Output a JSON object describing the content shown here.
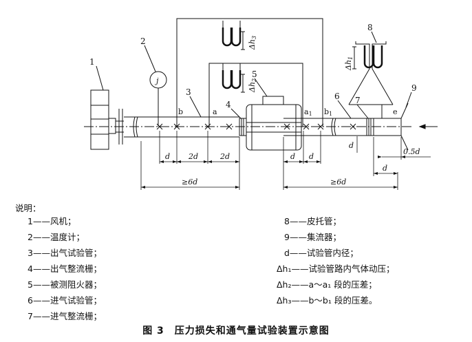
{
  "diagram": {
    "callouts": [
      "1",
      "2",
      "3",
      "4",
      "5",
      "6",
      "7",
      "8",
      "9"
    ],
    "sensor_label": "j",
    "points": {
      "b": "b",
      "a": "a",
      "a1": "a",
      "a1_sub": "1",
      "b1": "b",
      "b1_sub": "1",
      "e": "e"
    },
    "pressure_labels": {
      "h3": {
        "prefix": "Δh",
        "sub": "3"
      },
      "h2": {
        "prefix": "Δh",
        "sub": "2"
      },
      "h1": {
        "prefix": "Δh",
        "sub": "1"
      }
    },
    "dimensions": {
      "d_left": "d",
      "twod_1": "2d",
      "twod_2": "2d",
      "d_right1": "d",
      "d_right2": "d",
      "six_left": "≥6d",
      "six_right": "≥6d",
      "vertical_d": "d",
      "half_d": "0.5d",
      "d_lower": "d"
    }
  },
  "legend": {
    "title": "说明：",
    "left": [
      "1——风机；",
      "2——温度计；",
      "3——出气试验管；",
      "4——出气整流栅；",
      "5——被测阻火器；",
      "6——进气试验管；",
      "7——进气整流栅；"
    ],
    "right": [
      "8——皮托管；",
      "9——集流器；",
      "d——试验管内径；",
      "Δh₁——试验管路内气体动压；",
      "Δh₂——a～a₁ 段的压差；",
      "Δh₃——b～b₁ 段的压差。"
    ]
  },
  "caption": "图 3　压力损失和通气量试验装置示意图"
}
